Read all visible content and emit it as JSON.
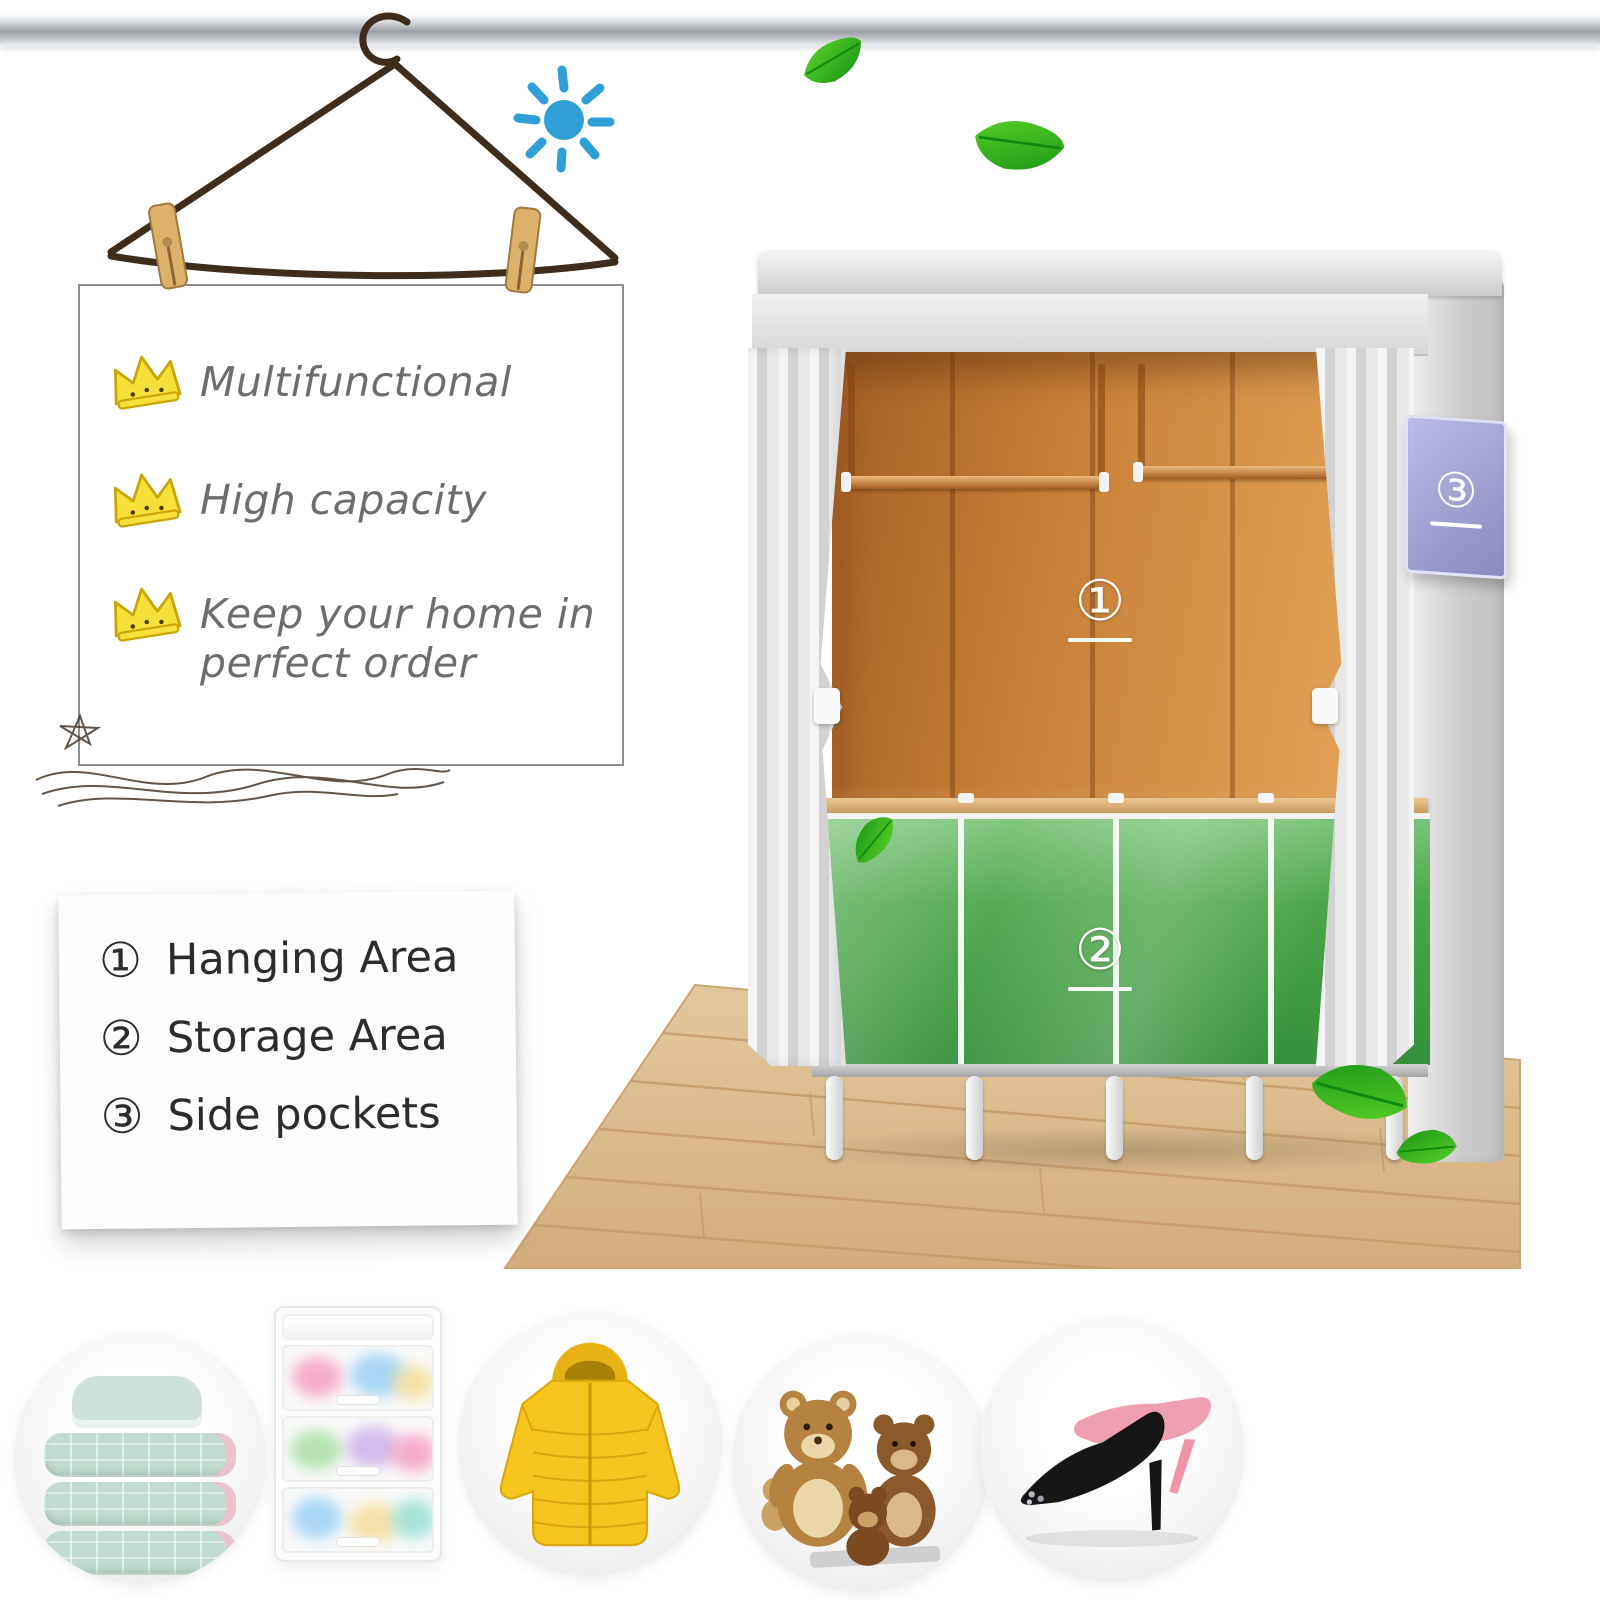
{
  "features": {
    "items": [
      {
        "label": "Multifunctional"
      },
      {
        "label": "High capacity"
      },
      {
        "label": "Keep your home in perfect order"
      }
    ]
  },
  "legend": {
    "items": [
      {
        "num": "①",
        "label": "Hanging Area"
      },
      {
        "num": "②",
        "label": "Storage Area"
      },
      {
        "num": "③",
        "label": "Side pockets"
      }
    ]
  },
  "wardrobe": {
    "hanging_area_num": "①",
    "storage_area_num": "②",
    "side_pocket_num": "③"
  },
  "colors": {
    "accent_blue": "#2f9fd8",
    "crown_yellow": "#f7e03a",
    "interior_orange": "#da964b",
    "storage_green": "#4aa648",
    "fabric_gray": "#d6d6d6",
    "wood_floor": "#dcbd92",
    "leaf_green": "#2eb71f",
    "pocket_purple": "#9c9ed0"
  },
  "icons": [
    "hanger-icon",
    "clothespin-icon",
    "sun-icon",
    "crown-icon",
    "leaf-icon",
    "quilt-photo",
    "drawer-box-photo",
    "jacket-photo",
    "plush-toys-photo",
    "heels-photo"
  ]
}
